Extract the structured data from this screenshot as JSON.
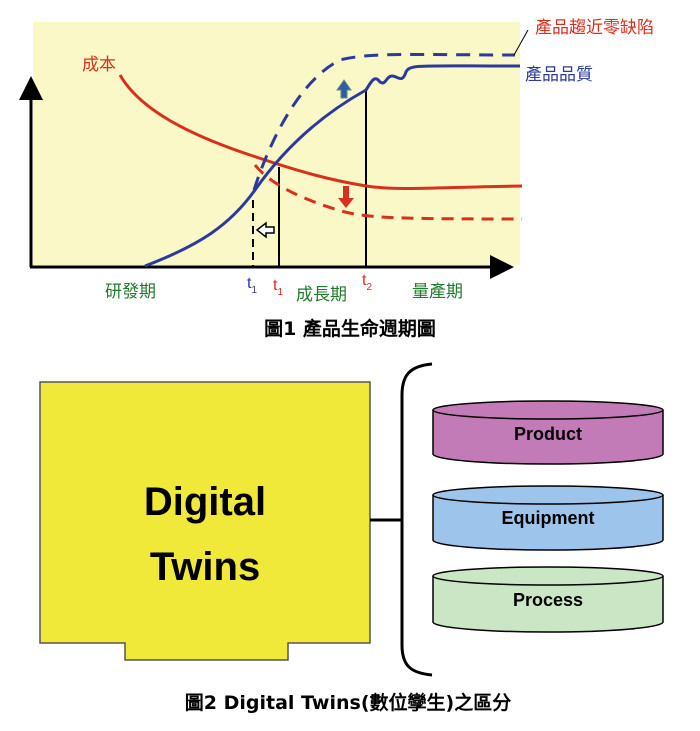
{
  "figure1": {
    "caption": "圖1  產品生命週期圖",
    "labels": {
      "cost": "成本",
      "quality": "產品品質",
      "zero_defect": "產品趨近零缺陷",
      "rd_phase": "研發期",
      "growth_phase": "成長期",
      "mass_production_phase": "量產期",
      "t1_blue": "t",
      "t1_blue_sub": "1",
      "t1_red": "t",
      "t1_red_sub": "1",
      "t2": "t",
      "t2_sub": "2"
    },
    "colors": {
      "background": "#fbf8c8",
      "cost": "#d9301c",
      "quality": "#2b3a9c",
      "phase": "#1f7a2c"
    }
  },
  "figure2": {
    "caption": "圖2  Digital Twins(數位孿生)之區分",
    "box_line1": "Digital",
    "box_line2": "Twins",
    "items": [
      {
        "label": "Product",
        "color": "#c37bb7"
      },
      {
        "label": "Equipment",
        "color": "#9dc4ea"
      },
      {
        "label": "Process",
        "color": "#cbe6c4"
      }
    ],
    "box_color": "#f1e93a"
  }
}
